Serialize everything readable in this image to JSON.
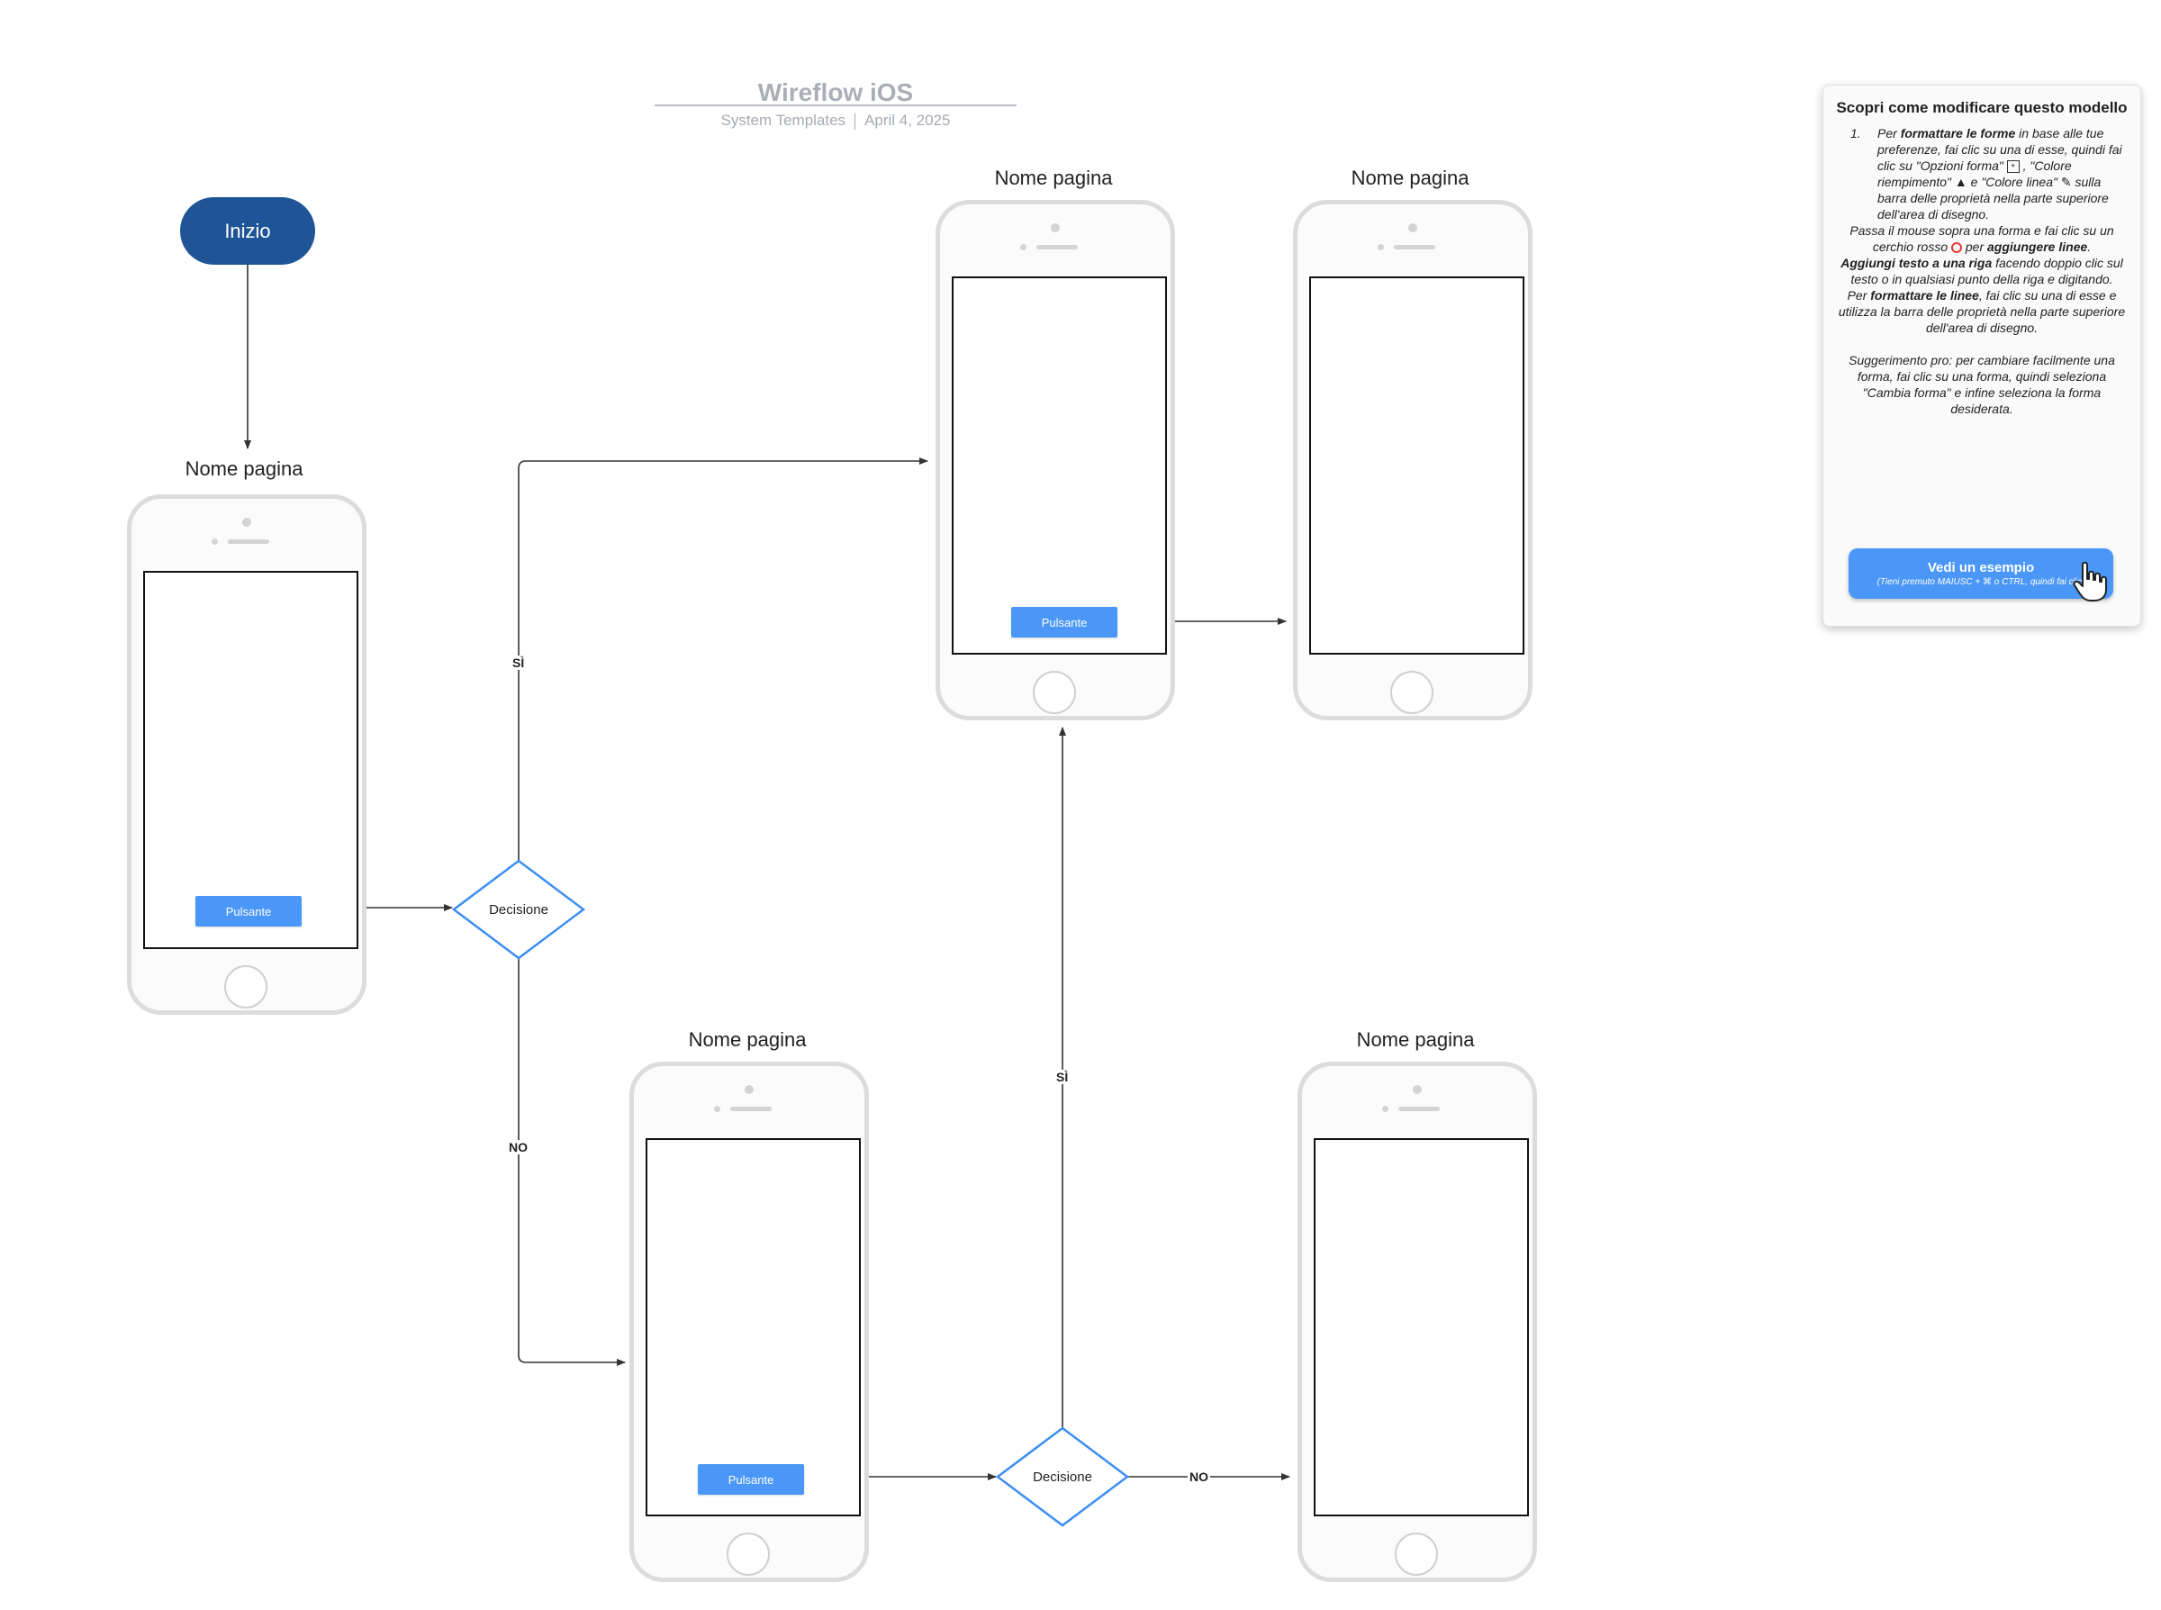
{
  "header": {
    "title": "Wireflow iOS",
    "source": "System Templates",
    "date": "April 4, 2025"
  },
  "start": {
    "label": "Inizio"
  },
  "pages": [
    {
      "label": "Nome pagina",
      "button": "Pulsante"
    },
    {
      "label": "Nome pagina",
      "button": "Pulsante"
    },
    {
      "label": "Nome pagina"
    },
    {
      "label": "Nome pagina",
      "button": "Pulsante"
    },
    {
      "label": "Nome pagina"
    }
  ],
  "decisions": [
    {
      "label": "Decisione",
      "yes": "SÌ",
      "no": "NO"
    },
    {
      "label": "Decisione",
      "yes": "SÌ",
      "no": "NO"
    }
  ],
  "help_panel": {
    "title": "Scopri come modificare questo modello",
    "num": "1.",
    "item1": {
      "a": "Per ",
      "b": "formattare le forme",
      "c": " in base alle tue preferenze, fai clic su una di esse, quindi fai clic su \"Opzioni forma\" ",
      "d": " , \"Colore riempimento\" ",
      "e": " e \"Colore linea\" ",
      "f": " sulla barra delle proprietà nella parte superiore dell'area di disegno."
    },
    "p2a": "Passa il mouse sopra una forma e fai clic su un cerchio rosso ",
    "p2b": " per ",
    "p2c": "aggiungere linee",
    "p2d": ".",
    "p3a": "Aggiungi testo a una riga",
    "p3b": " facendo doppio clic sul testo o in qualsiasi punto della riga e digitando.",
    "p4a": "Per ",
    "p4b": "formattare le linee",
    "p4c": ", fai clic su una di esse e utilizza la barra delle proprietà nella parte superiore dell'area di disegno.",
    "tip": "Suggerimento pro: per cambiare facilmente una forma, fai clic su una forma, quindi seleziona \"Cambia forma\" e infine seleziona la forma desiderata.",
    "cta_label": "Vedi un esempio",
    "cta_hint": "(Tieni premuto MAIUSC + ⌘ o CTRL, quindi fai clic)"
  },
  "colors": {
    "start_fill": "#1f5597",
    "button_fill": "#4a97f7",
    "decision_stroke": "#3d8ef5",
    "connector": "#333333",
    "phone_frame": "#dcdcdc"
  }
}
